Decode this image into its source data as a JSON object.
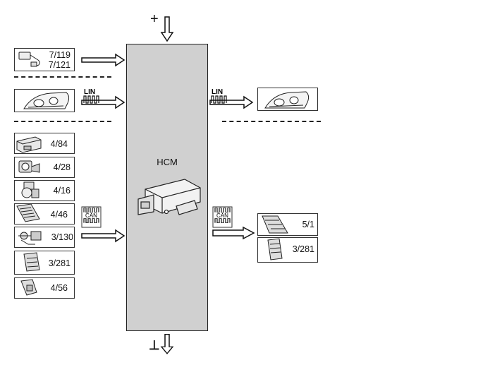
{
  "hcm": {
    "label": "HCM"
  },
  "supply": {
    "positive_symbol": "+",
    "ground_symbol": "⊥"
  },
  "bus_labels": {
    "lin": "LIN",
    "can": "CAN"
  },
  "inputs": {
    "top_switch": {
      "codes": [
        "7/119",
        "7/121"
      ]
    },
    "can_modules": [
      {
        "code": "4/84"
      },
      {
        "code": "4/28"
      },
      {
        "code": "4/16"
      },
      {
        "code": "4/46"
      },
      {
        "code": "3/130"
      },
      {
        "code": "3/281"
      },
      {
        "code": "4/56"
      }
    ]
  },
  "outputs": {
    "can_modules": [
      {
        "code": "5/1"
      },
      {
        "code": "3/281"
      }
    ]
  },
  "icons": {
    "headlamp": "headlamp-icon",
    "hcm_module": "control-module-icon"
  }
}
